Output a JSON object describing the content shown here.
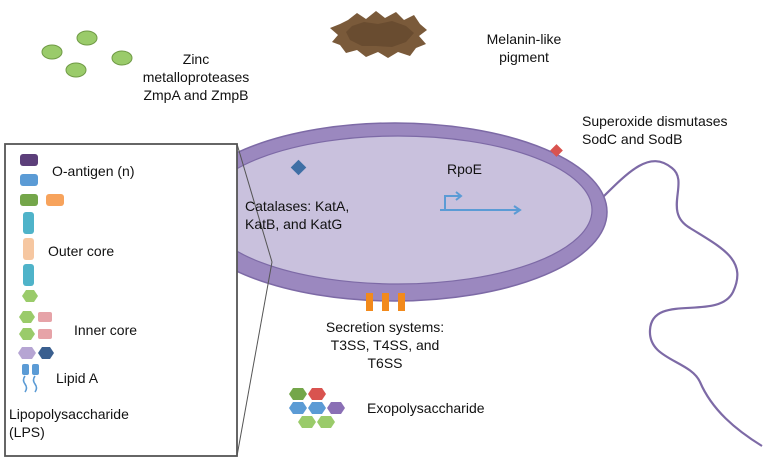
{
  "labels": {
    "zinc_line1": "Zinc",
    "zinc_line2": "metalloproteases",
    "zinc_line3": "ZmpA and ZmpB",
    "melanin_line1": "Melanin-like",
    "melanin_line2": "pigment",
    "sod_line1": "Superoxide dismutases",
    "sod_line2": "SodC and SodB",
    "catalases_line1": "Catalases: KatA,",
    "catalases_line2": "KatB, and KatG",
    "rpoe": "RpoE",
    "secretion_line1": "Secretion systems:",
    "secretion_line2": "T3SS, T4SS, and",
    "secretion_line3": "T6SS",
    "exopolysaccharide": "Exopolysaccharide"
  },
  "lps_legend": {
    "o_antigen": "O-antigen (n)",
    "outer_core": "Outer core",
    "inner_core": "Inner core",
    "lipid_a": "Lipid A",
    "title_line1": "Lipopolysaccharide",
    "title_line2": "(LPS)"
  },
  "colors": {
    "cell_outer": "#9b88bf",
    "cell_inner": "#c9c1dd",
    "cell_edge": "#7d6aa6",
    "protease": "#9acb6a",
    "melanin": "#7a5a3a",
    "catalase": "#3f6fa5",
    "sod": "#d9534f",
    "secretion": "#f28a1c",
    "gene_arrow": "#5b9bd5",
    "o_antigen": "#5c3f7a",
    "blue_sugar": "#5b9bd5",
    "green_sugar": "#74a64a",
    "orange_sugar": "#f7a35c",
    "teal_sugar": "#4fb3c9",
    "peach_sugar": "#f6c7a1",
    "pink_sugar": "#e6a3a8",
    "lavender_sugar": "#b6a5d3",
    "navy_sugar": "#3a5f8f",
    "red_sugar": "#d9534f",
    "flagellum": "#7d6aa6"
  }
}
